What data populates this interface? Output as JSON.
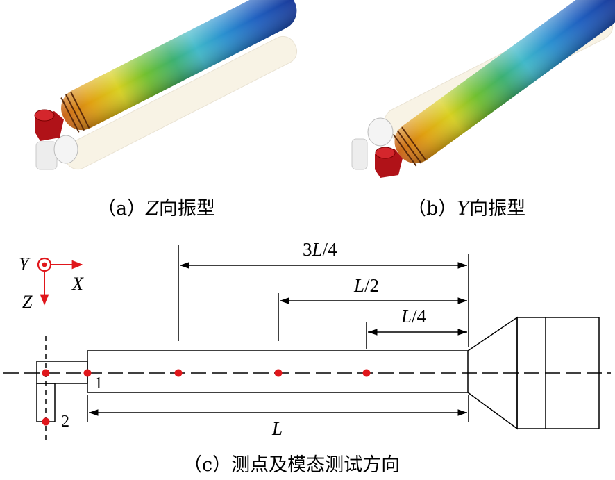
{
  "panels": {
    "a": {
      "prefix": "（a）",
      "var": "Z",
      "suffix": "向振型"
    },
    "b": {
      "prefix": "（b）",
      "var": "Y",
      "suffix": "向振型"
    }
  },
  "axes": {
    "y": "Y",
    "x": "X",
    "z": "Z"
  },
  "dims": {
    "three_quarter": {
      "num": "3",
      "var": "L",
      "den": "/4"
    },
    "half": {
      "var": "L",
      "den": "/2"
    },
    "quarter": {
      "var": "L",
      "den": "/4"
    },
    "full": {
      "var": "L"
    }
  },
  "points": {
    "p1": "1",
    "p2": "2"
  },
  "caption_c": "（c）测点及模态测试方向",
  "colors": {
    "measure_point": "#e0161b",
    "axis_arrow": "#e0161b",
    "line": "#000000"
  }
}
